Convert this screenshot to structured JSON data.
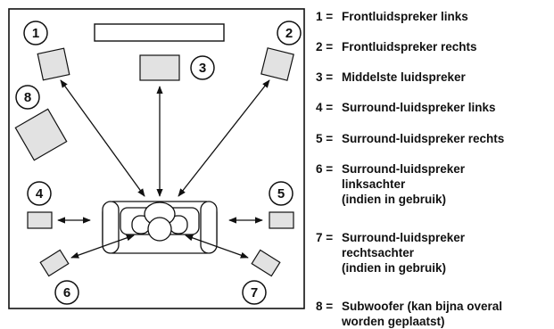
{
  "diagram": {
    "speaker_labels": [
      "1",
      "2",
      "3",
      "4",
      "5",
      "6",
      "7",
      "8"
    ]
  },
  "legend": [
    {
      "num": "1",
      "sep": "=",
      "text": "Frontluidspreker links"
    },
    {
      "num": "2",
      "sep": "=",
      "text": "Frontluidspreker rechts"
    },
    {
      "num": "3",
      "sep": "=",
      "text": "Middelste luidspreker"
    },
    {
      "num": "4",
      "sep": "=",
      "text": "Surround-luidspreker links"
    },
    {
      "num": "5",
      "sep": "=",
      "text": "Surround-luidspreker rechts"
    },
    {
      "num": "6",
      "sep": "=",
      "text": "Surround-luidspreker\nlinksachter\n(indien in gebruik)"
    },
    {
      "num": "7",
      "sep": "=",
      "text": "Surround-luidspreker\nrechtsachter\n(indien in gebruik)"
    },
    {
      "num": "8",
      "sep": "=",
      "text": "Subwoofer (kan bijna overal\nworden geplaatst)"
    }
  ]
}
